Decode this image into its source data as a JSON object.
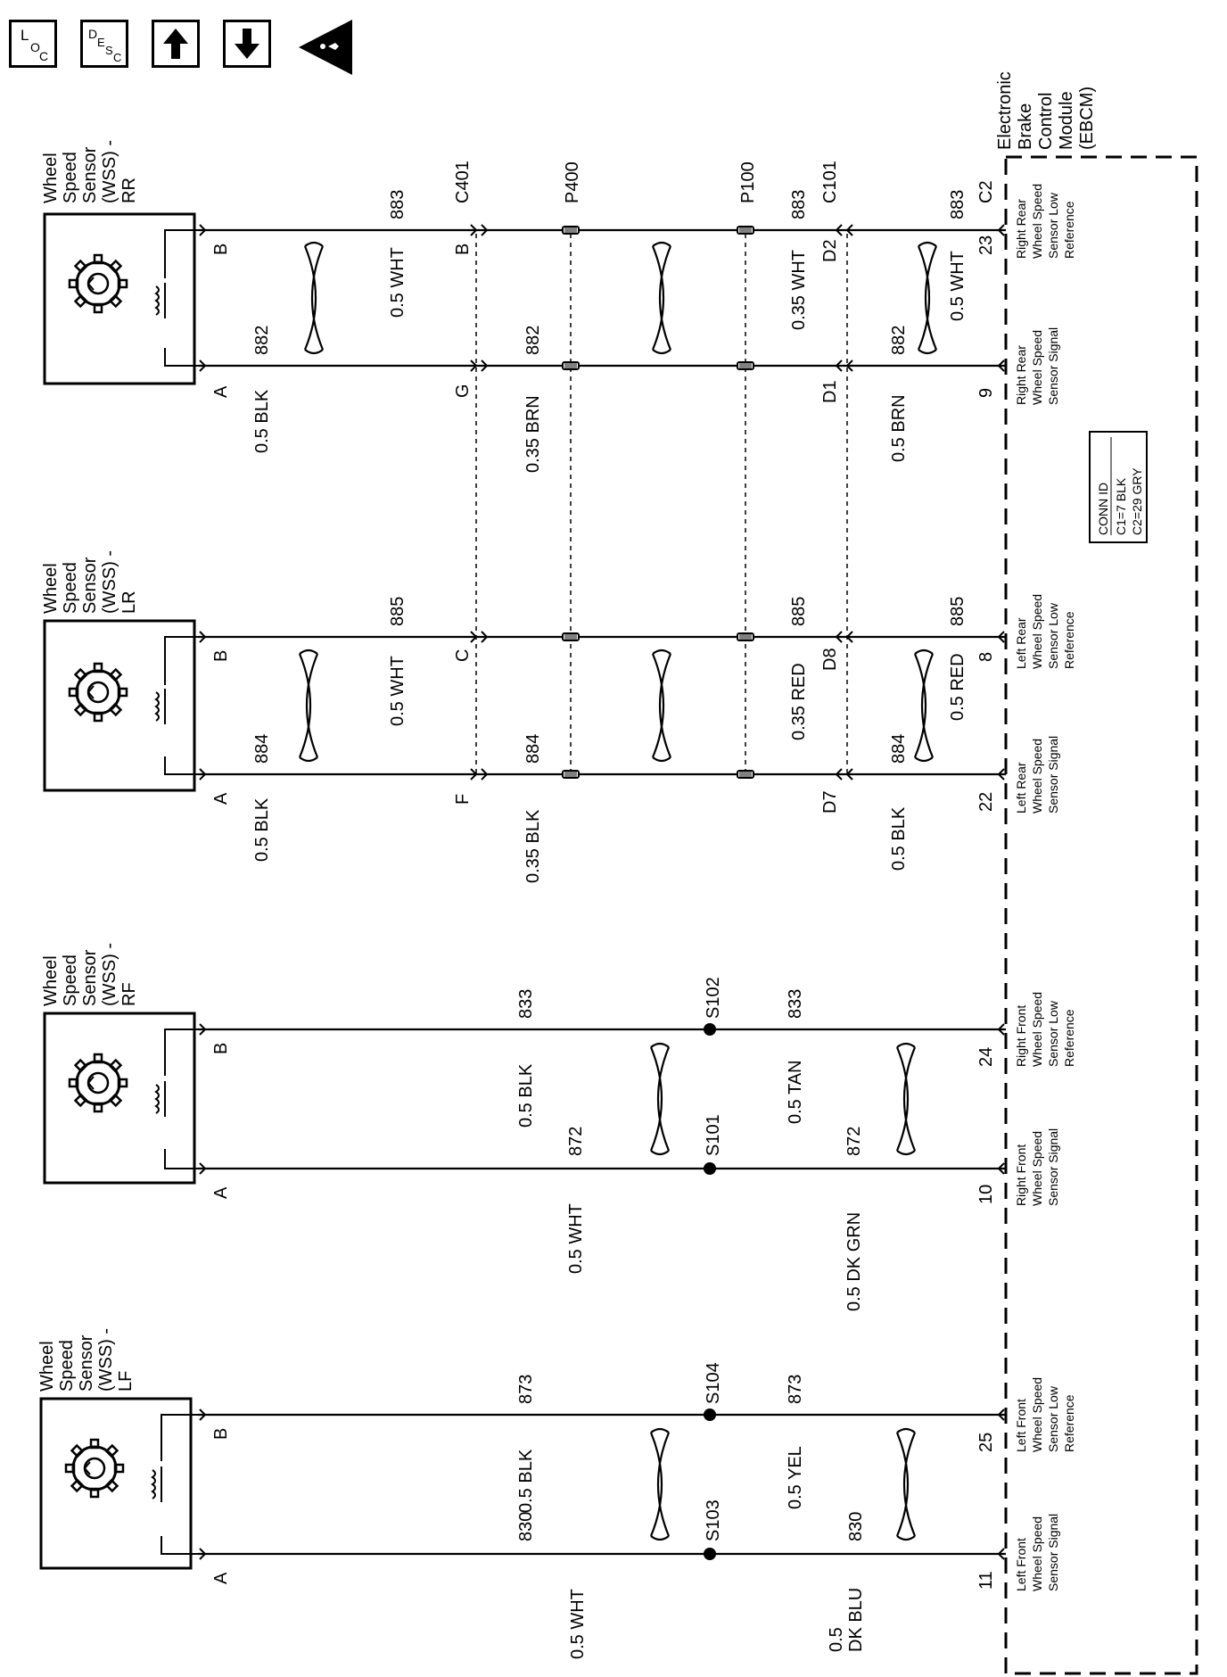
{
  "toolbar": {
    "loc_main": "L",
    "loc_sub1": "O",
    "loc_sub2": "C",
    "desc_main": "D",
    "desc_sub1": "E",
    "desc_sub2": "S",
    "desc_sub3": "C",
    "up_icon": "arrow-up-icon",
    "down_icon": "arrow-down-icon",
    "warning_icon": "warning-triangle-icon"
  },
  "module": {
    "lines": [
      "Electronic",
      "Brake",
      "Control",
      "Module",
      "(EBCM)"
    ]
  },
  "conn_id": {
    "title": "CONN ID",
    "line1": "C1=7 BLK",
    "line2": "C2=29 GRY"
  },
  "sensors": [
    {
      "id": "rr",
      "lines": [
        "Wheel",
        "Speed",
        "Sensor",
        "(WSS) -",
        "RR"
      ],
      "pin_a": "A",
      "pin_b": "B",
      "wire_a_top": "0.5 BLK",
      "wire_a_ckt": "882",
      "wire_b_top": "0.5 WHT",
      "wire_b_ckt": "883",
      "c401_a": "G",
      "c401_b": "B",
      "mid_a": "0.35 BRN",
      "mid_a_ckt": "882",
      "c101_a": "D1",
      "c101_b": "D2",
      "mid_b": "0.35 WHT",
      "mid_b_ckt": "883",
      "low_a": "0.5 BRN",
      "low_a_ckt": "882",
      "low_b": "0.5 WHT",
      "low_b_ckt": "883",
      "ebcm_a": "9",
      "ebcm_b": "23",
      "func_a": [
        "Right Rear",
        "Wheel Speed",
        "Sensor Signal"
      ],
      "func_b": [
        "Right Rear",
        "Wheel Speed",
        "Sensor Low",
        "Reference"
      ]
    },
    {
      "id": "lr",
      "lines": [
        "Wheel",
        "Speed",
        "Sensor",
        "(WSS) -",
        "LR"
      ],
      "pin_a": "A",
      "pin_b": "B",
      "wire_a_top": "0.5 BLK",
      "wire_a_ckt": "884",
      "wire_b_top": "0.5 WHT",
      "wire_b_ckt": "885",
      "c401_a": "F",
      "c401_b": "C",
      "mid_a": "0.35 BLK",
      "mid_a_ckt": "884",
      "c101_a": "D7",
      "c101_b": "D8",
      "mid_b": "0.35 RED",
      "mid_b_ckt": "885",
      "low_a": "0.5 BLK",
      "low_a_ckt": "884",
      "low_b": "0.5 RED",
      "low_b_ckt": "885",
      "ebcm_a": "22",
      "ebcm_b": "8",
      "func_a": [
        "Left Rear",
        "Wheel Speed",
        "Sensor Signal"
      ],
      "func_b": [
        "Left Rear",
        "Wheel Speed",
        "Sensor Low",
        "Reference"
      ]
    },
    {
      "id": "rf",
      "lines": [
        "Wheel",
        "Speed",
        "Sensor",
        "(WSS) -",
        "RF"
      ],
      "pin_a": "A",
      "pin_b": "B",
      "wire_a_top": "0.5 WHT",
      "wire_a_ckt": "872",
      "wire_b_top": "0.5 BLK",
      "wire_b_ckt": "833",
      "splice_a": "S101",
      "splice_b": "S102",
      "low_a": "0.5 DK GRN",
      "low_a_ckt": "872",
      "low_b": "0.5 TAN",
      "low_b_ckt": "833",
      "ebcm_a": "10",
      "ebcm_b": "24",
      "func_a": [
        "Right Front",
        "Wheel Speed",
        "Sensor Signal"
      ],
      "func_b": [
        "Right Front",
        "Wheel Speed",
        "Sensor Low",
        "Reference"
      ]
    },
    {
      "id": "lf",
      "lines": [
        "Wheel",
        "Speed",
        "Sensor",
        "(WSS) -",
        "LF"
      ],
      "pin_a": "A",
      "pin_b": "B",
      "wire_a_top": "0.5 WHT",
      "wire_a_ckt": "830",
      "wire_b_top": "0.5 BLK",
      "wire_b_ckt": "873",
      "splice_a": "S103",
      "splice_b": "S104",
      "low_a_l1": "0.5",
      "low_a_l2": "DK BLU",
      "low_a_ckt": "830",
      "low_b": "0.5 YEL",
      "low_b_ckt": "873",
      "ebcm_a": "11",
      "ebcm_b": "25",
      "func_a": [
        "Left Front",
        "Wheel Speed",
        "Sensor Signal"
      ],
      "func_b": [
        "Left Front",
        "Wheel Speed",
        "Sensor Low",
        "Reference"
      ]
    }
  ],
  "connectors": {
    "c401": "C401",
    "p400": "P400",
    "p100": "P100",
    "c101": "C101",
    "c2": "C2"
  }
}
